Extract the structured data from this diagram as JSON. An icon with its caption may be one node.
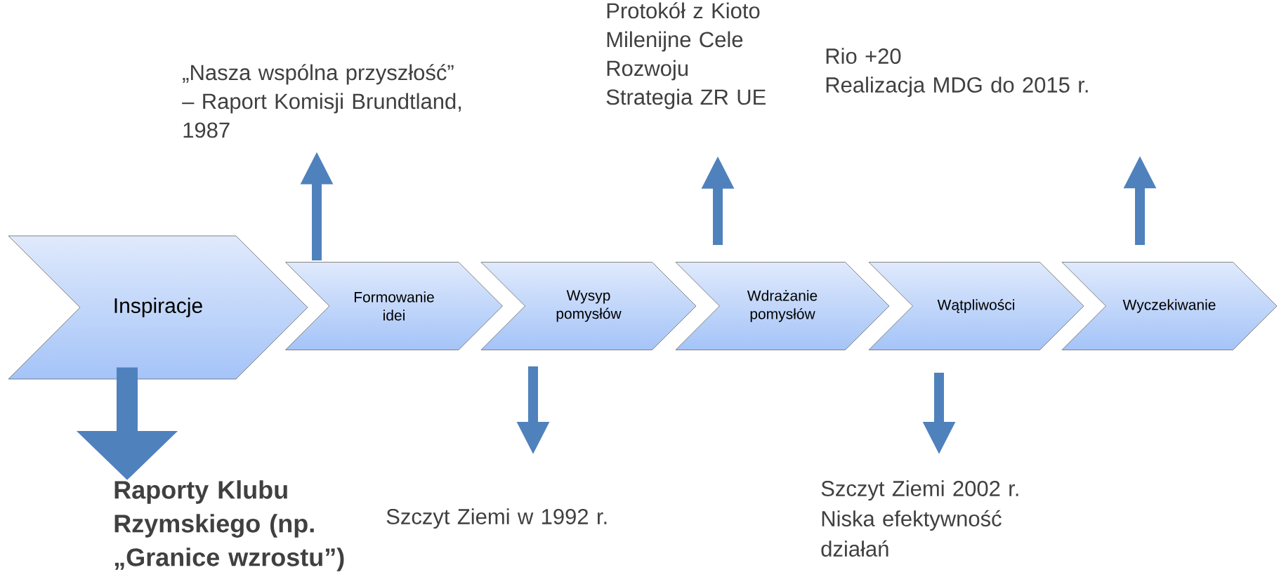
{
  "diagram": {
    "nodes": [
      {
        "text": [
          "Inspiracje"
        ]
      },
      {
        "text": [
          "Formowanie idei"
        ]
      },
      {
        "text": [
          "Wysyp pomysłów"
        ]
      },
      {
        "text": [
          "Wdrażanie pomysłów"
        ]
      },
      {
        "text": [
          "Wątpliwości"
        ]
      },
      {
        "text": [
          "Wyczekiwanie"
        ]
      },
      {
        "text": [
          "„Nasza wspólna przyszłość” – Raport Komisji Brundtland, 1987"
        ]
      },
      {
        "text": [
          "Protokół z Kioto",
          "Milenijne Cele Rozwoju",
          "Strategia ZR UE"
        ]
      },
      {
        "text": [
          "Rio +20",
          "Realizacja MDG do 2015 r."
        ]
      },
      {
        "text": [
          "Raporty Klubu Rzymskiego (np. „Granice wzrostu”)"
        ]
      },
      {
        "text": [
          "Szczyt Ziemi w 1992 r."
        ]
      },
      {
        "text": [
          "Szczyt Ziemi 2002 r.",
          "Niska efektywność działań"
        ]
      }
    ],
    "edges": [
      {
        "from": 1,
        "to": 6,
        "arrow": "to"
      },
      {
        "from": 0,
        "to": 9,
        "arrow": "to",
        "style": "thick"
      },
      {
        "from": 2,
        "to": 10,
        "arrow": "to"
      },
      {
        "from": 3,
        "to": 7,
        "arrow": "to"
      },
      {
        "from": 4,
        "to": 11,
        "arrow": "to"
      },
      {
        "from": 5,
        "to": 8,
        "arrow": "to"
      }
    ]
  }
}
